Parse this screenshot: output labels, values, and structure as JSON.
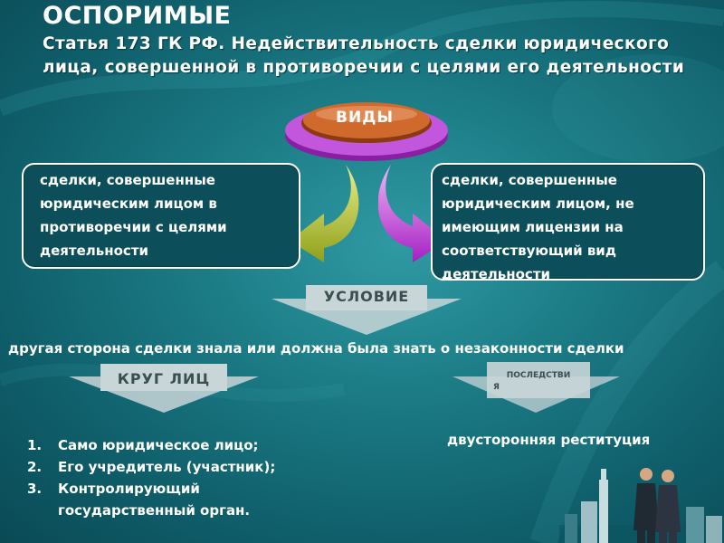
{
  "heading": {
    "title": "ОСПОРИМЫЕ",
    "subtitle": "Статья 173 ГК РФ. Недействительность сделки юридического лица, совершенной в противоречии с целями его деятельности"
  },
  "center": {
    "label": "ВИДЫ"
  },
  "left_box": {
    "text": "сделки, совершенные юридическим лицом в противоречии с целями деятельности"
  },
  "right_box": {
    "text": "сделки, совершенные юридическим лицом, не имеющим лицензии на соответствующий вид деятельности"
  },
  "condition": {
    "label": "УСЛОВИЕ",
    "text": "другая сторона сделки знала или  должна была знать о незаконности сделки"
  },
  "circle": {
    "label": "КРУГ ЛИЦ",
    "items": [
      {
        "num": "1.",
        "text": "Само юридическое лицо;"
      },
      {
        "num": "2.",
        "text": "Его учредитель (участник);"
      },
      {
        "num": "3.",
        "text": "Контролирующий государственный орган."
      }
    ]
  },
  "consequence": {
    "label_line1": "ПОСЛЕДСТВИ",
    "label_line2": "Я",
    "text": "двусторонняя реституция"
  },
  "colors": {
    "background": "#1c7c86",
    "oval": "#c8662a",
    "oval_ring": "#b23bd0",
    "arrow_left": "#a4b41f",
    "arrow_right": "#b72fd1",
    "chevron": "#c9d6d8"
  }
}
